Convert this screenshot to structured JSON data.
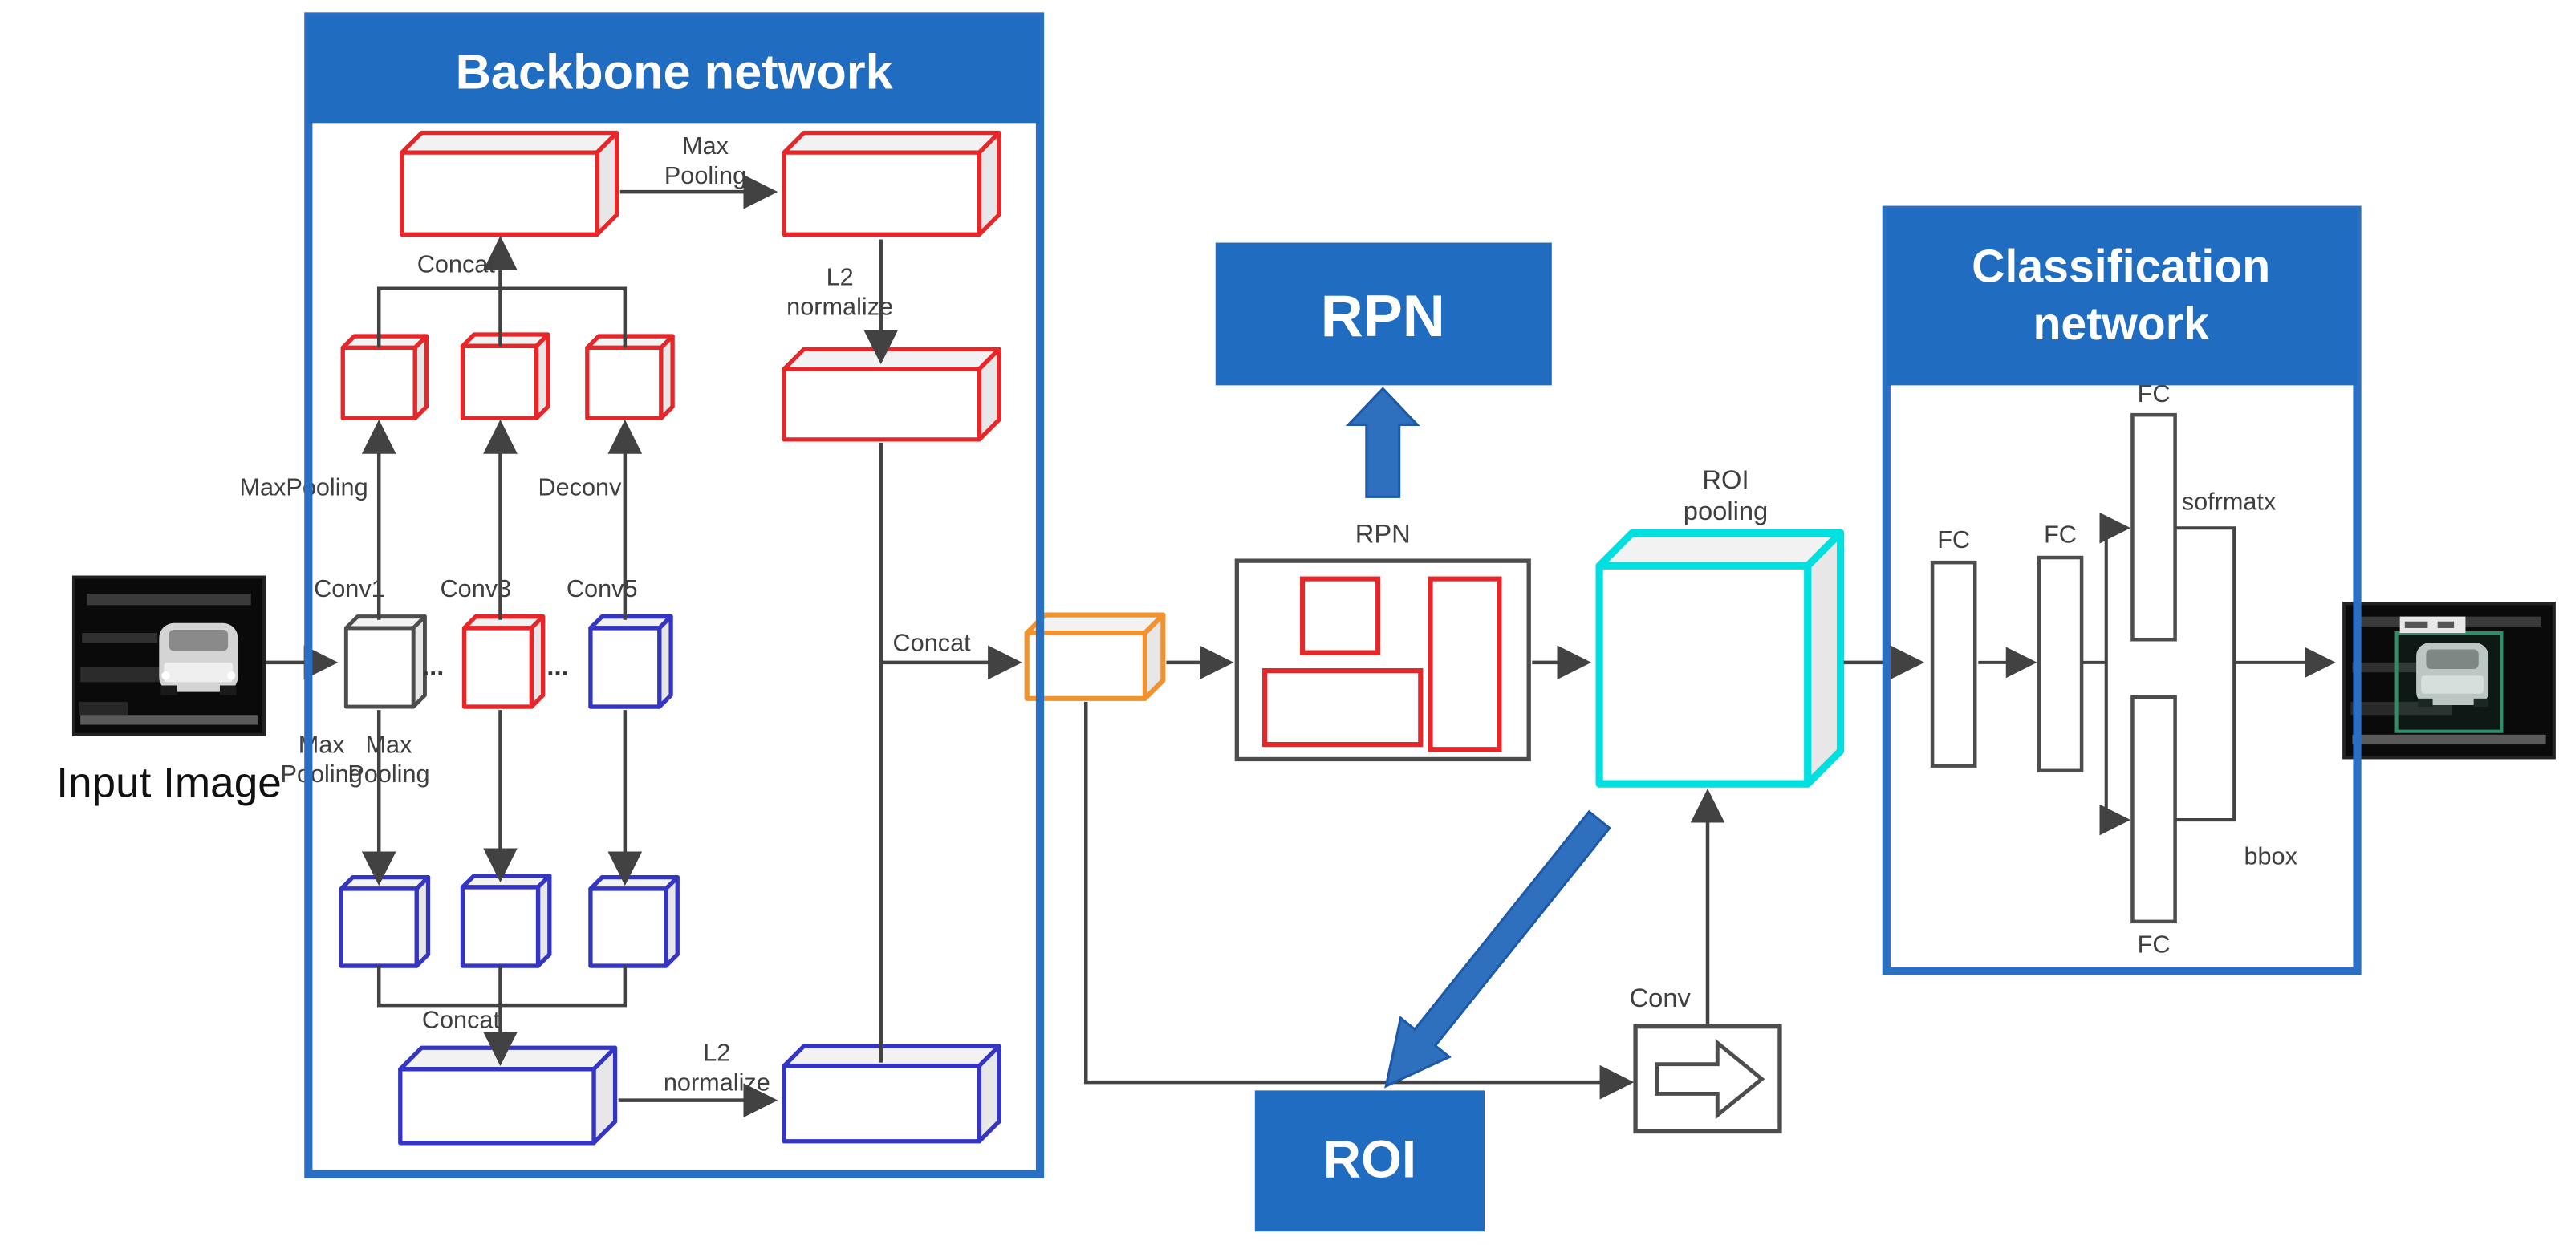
{
  "colors": {
    "banner_blue": "#1f6cc0",
    "border_blue": "#2a6fc6",
    "block_arrow_blue": "#2e6fbe",
    "box_red": "#e62629",
    "box_blue": "#3535c4",
    "box_orange": "#f0922d",
    "box_cyan": "#00e0e0",
    "line_gray": "#424242"
  },
  "input": {
    "label": "Input Image"
  },
  "backbone": {
    "title": "Backbone network",
    "max_pooling_top": {
      "line1": "Max",
      "line2": "Pooling"
    },
    "l2_normalize_top": {
      "line1": "L2",
      "line2": "normalize"
    },
    "concat_top": "Concat",
    "maxpooling_arrow": "MaxPooling",
    "deconv_arrow": "Deconv",
    "conv1": "Conv1",
    "conv3": "Conv3",
    "conv5": "Conv5",
    "dots": "...",
    "max_pooling_down_left": {
      "line1": "Max",
      "line2": "Pooling"
    },
    "max_pooling_down_mid": {
      "line1": "Max",
      "line2": "Pooling"
    },
    "concat_bottom": "Concat",
    "l2_normalize_bottom": {
      "line1": "L2",
      "line2": "normalize"
    },
    "concat_out": "Concat"
  },
  "rpn": {
    "banner": "RPN",
    "box_label": "RPN"
  },
  "roi": {
    "banner": "ROI",
    "pooling_label": {
      "line1": "ROI",
      "line2": "pooling"
    },
    "conv_label": "Conv"
  },
  "classification": {
    "title_line1": "Classification",
    "title_line2": "network",
    "fc_label": "FC",
    "softmax_label": "sofrmatx",
    "bbox_label": "bbox"
  }
}
